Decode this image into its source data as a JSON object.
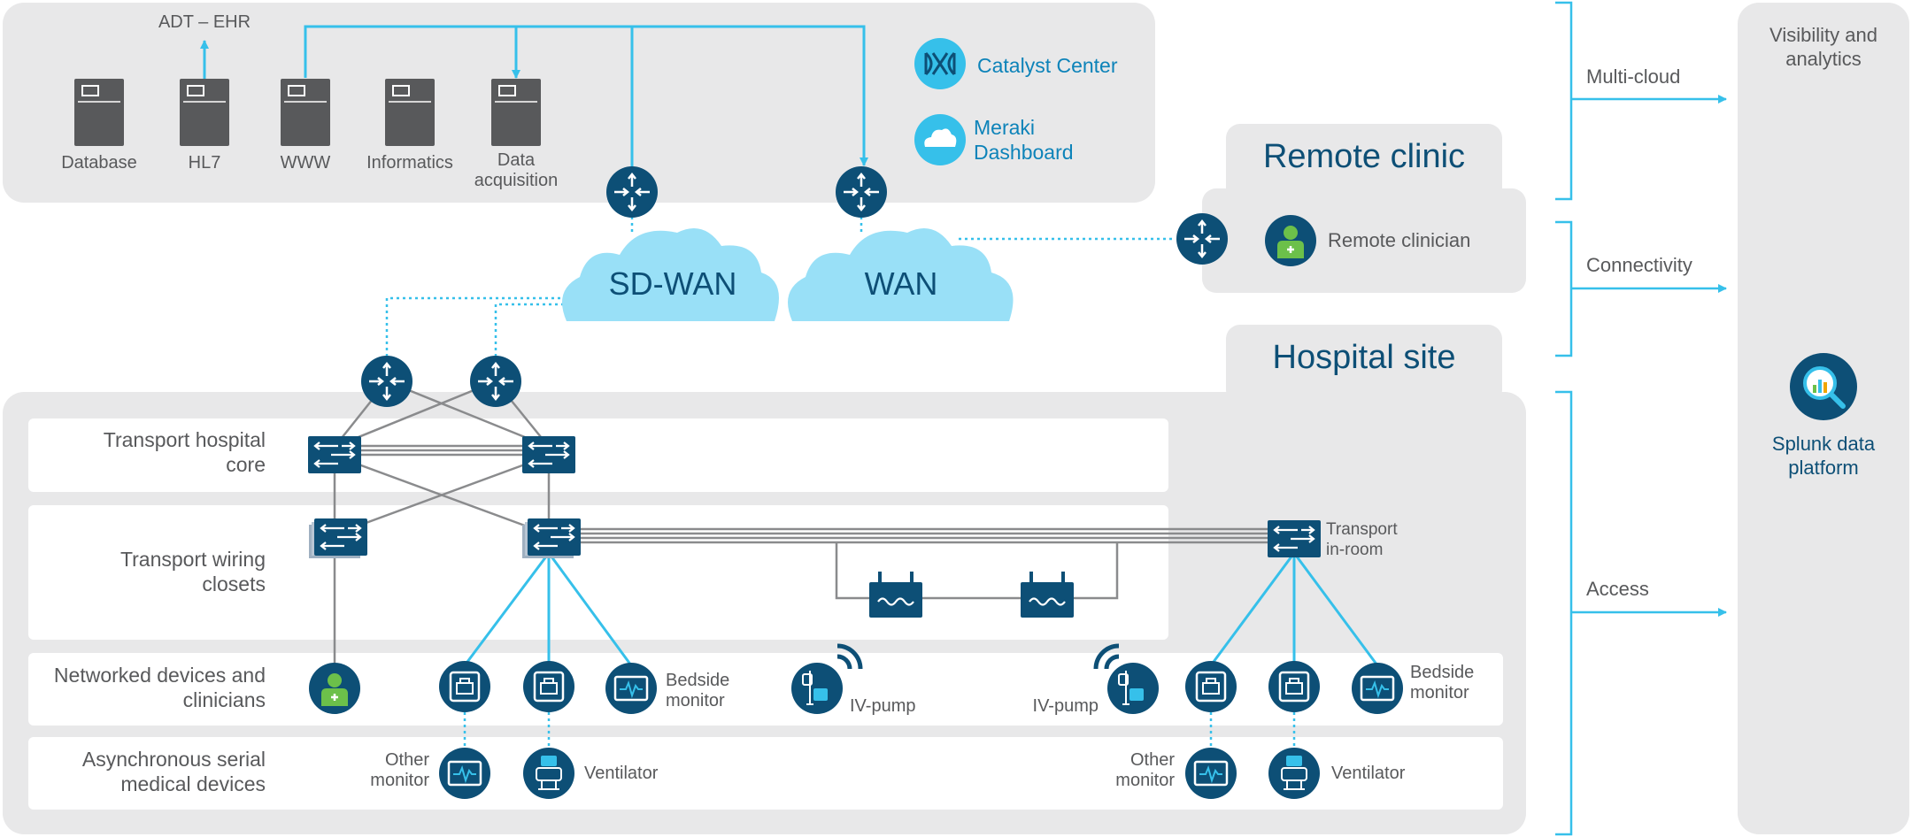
{
  "colors": {
    "panel": "#e8e8e9",
    "row": "#ffffff",
    "device": "#0d4f76",
    "server": "#58595b",
    "cloud": "#99e0f7",
    "accent": "#36c0ea",
    "text": "#58595b",
    "tab_title": "#0d4f76",
    "link_text": "#0d83b9"
  },
  "datacenter": {
    "adt_label": "ADT – EHR",
    "servers": [
      "Database",
      "HL7",
      "WWW",
      "Informatics",
      "Data acquisition"
    ],
    "catalyst_label": "Catalyst Center",
    "meraki_label": "Meraki Dashboard"
  },
  "clouds": {
    "sdwan": "SD-WAN",
    "wan": "WAN"
  },
  "remote": {
    "title": "Remote clinic",
    "clinician": "Remote clinician"
  },
  "hospital": {
    "title": "Hospital site",
    "rows": [
      "Transport hospital core",
      "Transport wiring closets",
      "Networked devices and clinicians",
      "Asynchronous serial medical devices"
    ],
    "transport_in_room": "Transport in-room",
    "bedside_monitor": "Bedside monitor",
    "iv_pump": "IV-pump",
    "other_monitor": "Other monitor",
    "ventilator": "Ventilator"
  },
  "brackets": {
    "multicloud": "Multi-cloud",
    "connectivity": "Connectivity",
    "access": "Access"
  },
  "visibility": {
    "title": "Visibility and analytics",
    "splunk": "Splunk data platform"
  },
  "icons": [
    "server-icon",
    "router-icon",
    "switch-icon",
    "access-point-icon",
    "clinician-icon",
    "ethernet-port-icon",
    "monitor-icon",
    "iv-pump-icon",
    "ventilator-icon",
    "catalyst-center-icon",
    "meraki-cloud-icon",
    "splunk-analytics-icon",
    "cloud-icon"
  ]
}
